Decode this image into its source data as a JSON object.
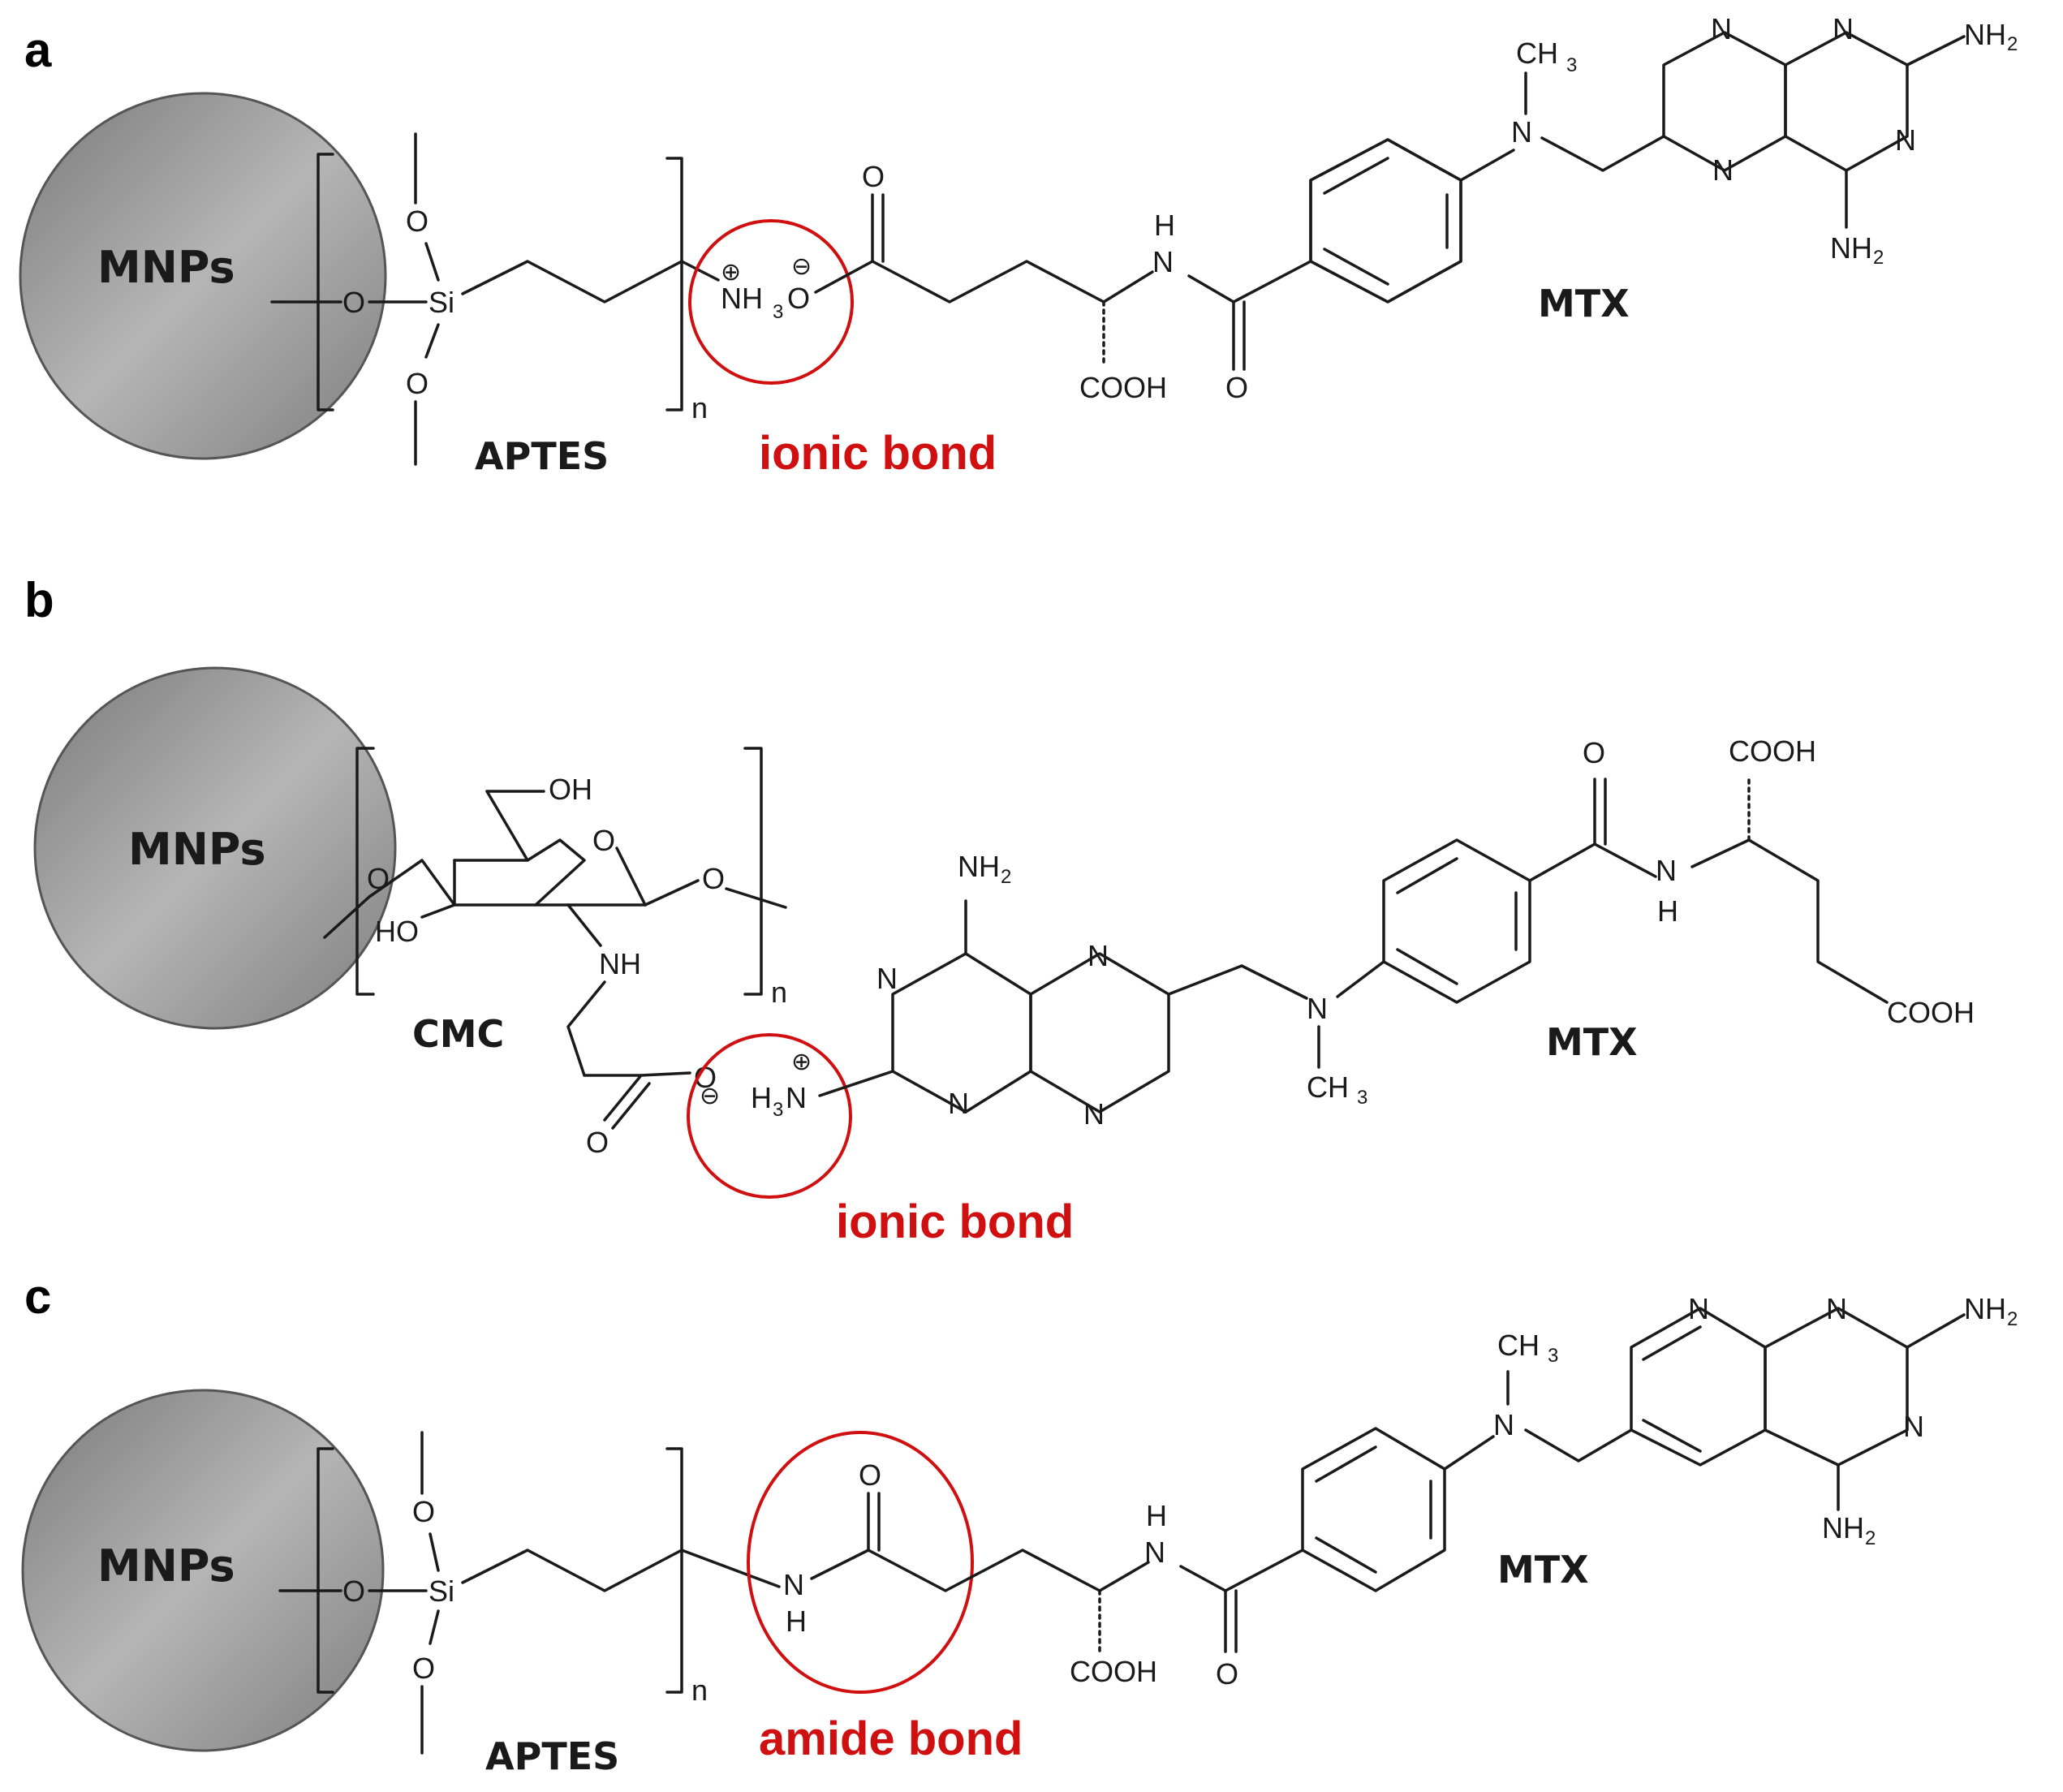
{
  "panels": [
    {
      "id": "a",
      "letter": "a",
      "particle": "MNPs",
      "linker": "APTES",
      "drug": "MTX",
      "bond": "ionic bond",
      "repeat": "n",
      "atoms": {
        "si": "Si",
        "o": "O",
        "nh3": "NH",
        "sub3": "3",
        "plus": "⊕",
        "minus": "⊖",
        "nh": "N",
        "h": "H",
        "cooh": "COOH",
        "n": "N",
        "ch3": "CH",
        "nh2": "NH",
        "sub2": "2"
      }
    },
    {
      "id": "b",
      "letter": "b",
      "particle": "MNPs",
      "linker": "CMC",
      "drug": "MTX",
      "bond": "ionic bond",
      "repeat": "n",
      "atoms": {
        "oh": "OH",
        "ho": "HO",
        "o": "O",
        "nh": "NH",
        "h3n": "H",
        "sub3": "3",
        "n": "N",
        "plus": "⊕",
        "minus": "⊖",
        "nh2": "NH",
        "sub2": "2",
        "cooh": "COOH",
        "ch3": "CH",
        "h": "H"
      }
    },
    {
      "id": "c",
      "letter": "c",
      "particle": "MNPs",
      "linker": "APTES",
      "drug": "MTX",
      "bond": "amide bond",
      "repeat": "n",
      "atoms": {
        "si": "Si",
        "o": "O",
        "n": "N",
        "h": "H",
        "cooh": "COOH",
        "ch3": "CH",
        "sub3": "3",
        "nh2": "NH",
        "sub2": "2"
      }
    }
  ],
  "colors": {
    "particle": "#9a9a9a",
    "bond_label": "#d01010",
    "ink": "#1a1a1a"
  }
}
